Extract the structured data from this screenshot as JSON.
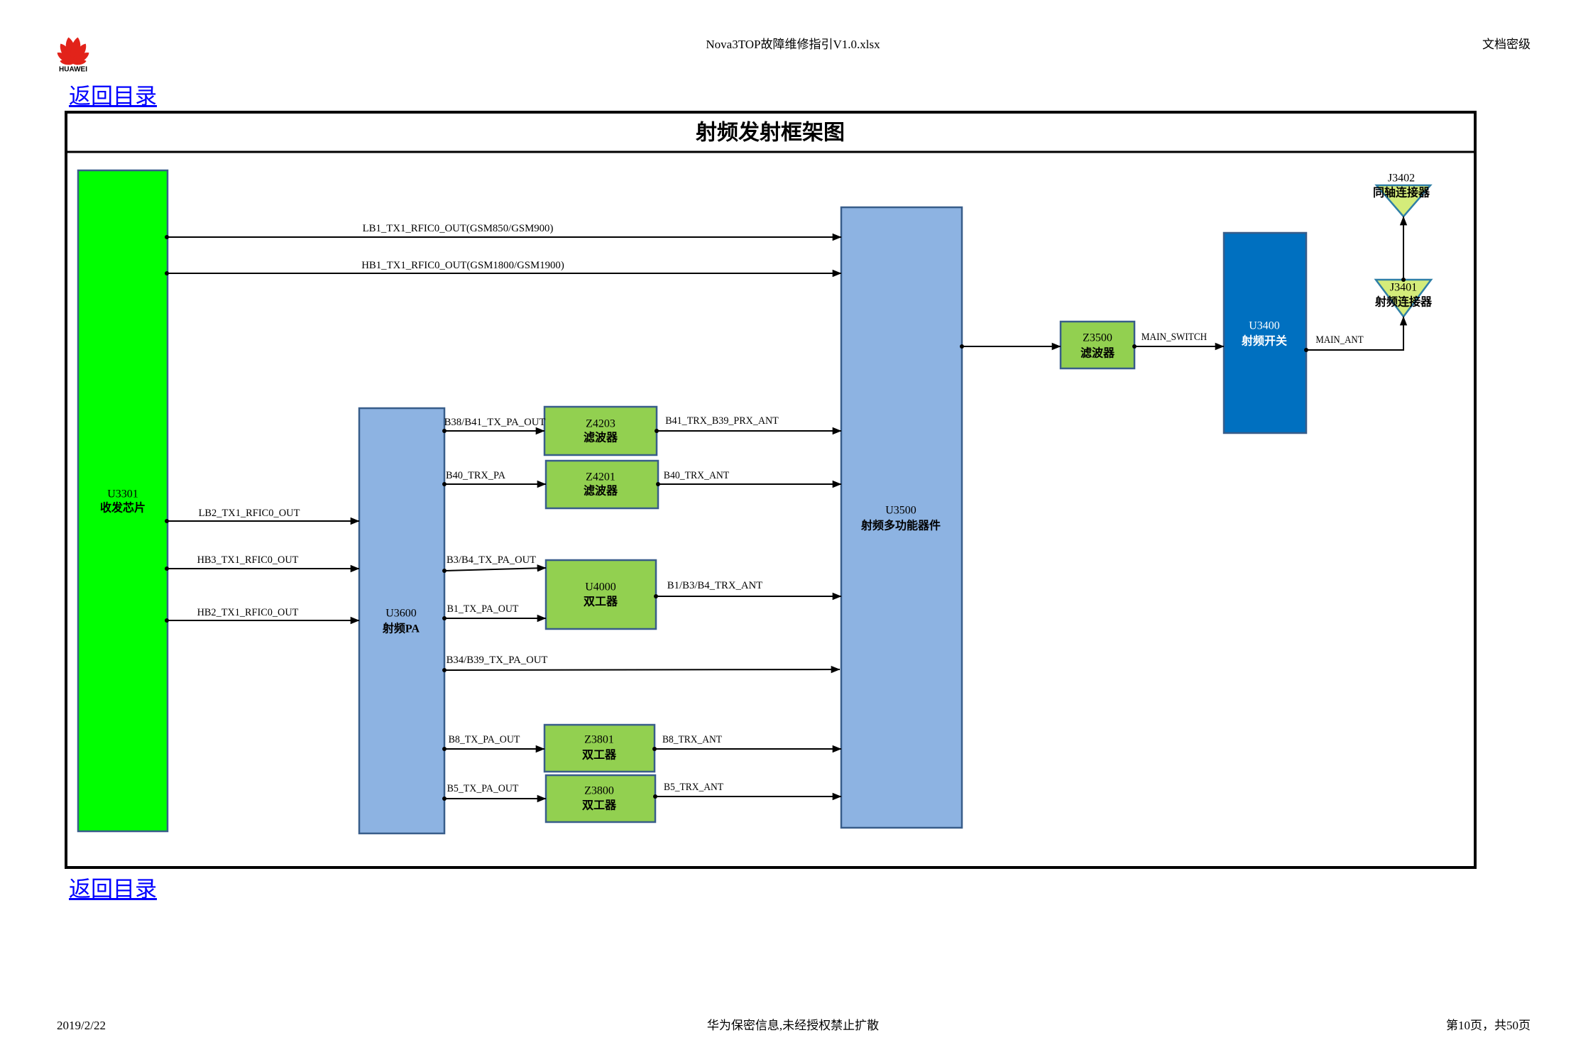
{
  "header": {
    "logo_text": "HUAWEI",
    "file_name": "Nova3TOP故障维修指引V1.0.xlsx",
    "classification": "文档密级"
  },
  "nav": {
    "back_link_top": "返回目录",
    "back_link_bottom": "返回目录"
  },
  "diagram": {
    "title": "射频发射框架图",
    "blocks": {
      "u3301": {
        "ref": "U3301",
        "name": "收发芯片"
      },
      "u3600": {
        "ref": "U3600",
        "name": "射频PA"
      },
      "u3500": {
        "ref": "U3500",
        "name": "射频多功能器件"
      },
      "z3500": {
        "ref": "Z3500",
        "name": "滤波器"
      },
      "u3400": {
        "ref": "U3400",
        "name": "射频开关"
      },
      "z4203": {
        "ref": "Z4203",
        "name": "滤波器"
      },
      "z4201": {
        "ref": "Z4201",
        "name": "滤波器"
      },
      "u4000": {
        "ref": "U4000",
        "name": "双工器"
      },
      "z3801": {
        "ref": "Z3801",
        "name": "双工器"
      },
      "z3800": {
        "ref": "Z3800",
        "name": "双工器"
      },
      "j3401": {
        "ref": "J3401",
        "name": "射频连接器"
      },
      "j3402": {
        "ref": "J3402",
        "name": "同轴连接器"
      }
    },
    "signals": {
      "lb1": "LB1_TX1_RFIC0_OUT(GSM850/GSM900)",
      "hb1": "HB1_TX1_RFIC0_OUT(GSM1800/GSM1900)",
      "lb2": "LB2_TX1_RFIC0_OUT",
      "hb3": "HB3_TX1_RFIC0_OUT",
      "hb2": "HB2_TX1_RFIC0_OUT",
      "b38_b41_pa": "B38/B41_TX_PA_OUT",
      "b41_ant": "B41_TRX_B39_PRX_ANT",
      "b40_pa": "B40_TRX_PA",
      "b40_ant": "B40_TRX_ANT",
      "b3_b4_pa": "B3/B4_TX_PA_OUT",
      "b1_pa": "B1_TX_PA_OUT",
      "b1_b3_b4_ant": "B1/B3/B4_TRX_ANT",
      "b34_b39_pa": "B34/B39_TX_PA_OUT",
      "b8_pa": "B8_TX_PA_OUT",
      "b8_ant": "B8_TRX_ANT",
      "b5_pa": "B5_TX_PA_OUT",
      "b5_ant": "B5_TRX_ANT",
      "main_switch": "MAIN_SWITCH",
      "main_ant": "MAIN_ANT"
    }
  },
  "footer": {
    "date": "2019/2/22",
    "confidentiality": "华为保密信息,未经授权禁止扩散",
    "page": "第10页，共50页"
  },
  "colors": {
    "transceiver": "#00ff00",
    "pa": "#8db3e2",
    "filter": "#92d050",
    "rf_switch": "#0070c0",
    "connector": "#d4ec7a"
  }
}
